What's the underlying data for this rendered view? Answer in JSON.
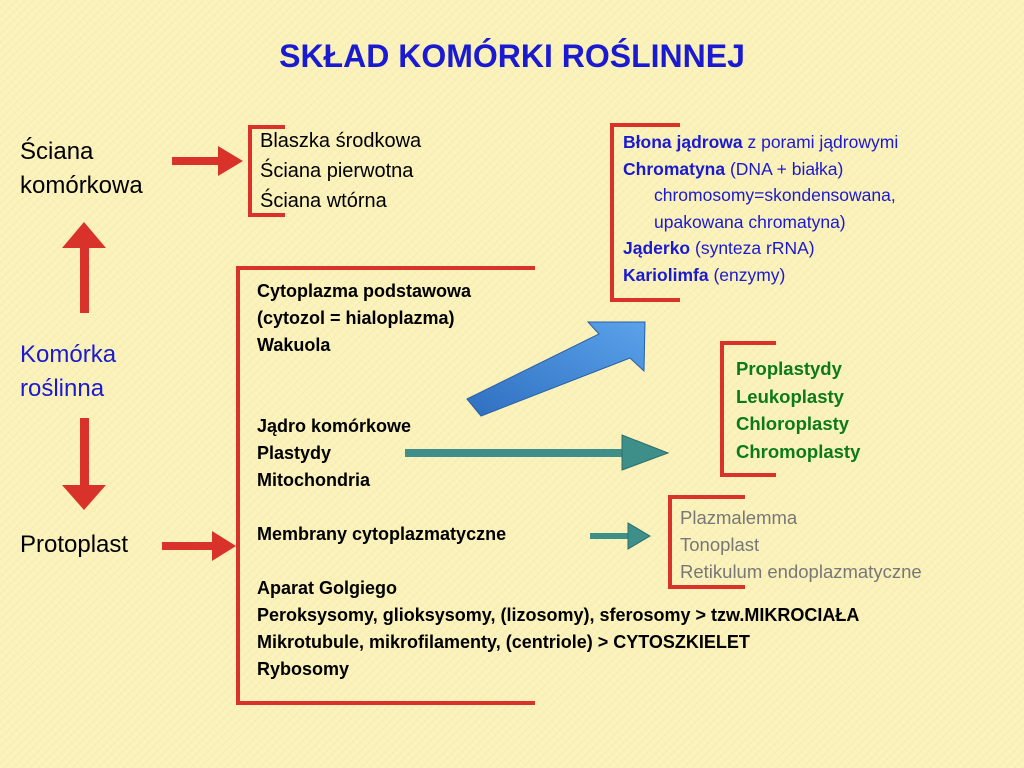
{
  "title": "SKŁAD KOMÓRKI ROŚLINNEJ",
  "left_labels": {
    "wall": [
      "Ściana",
      "komórkowa"
    ],
    "cell": [
      "Komórka",
      "roślinna"
    ],
    "protoplast": "Protoplast"
  },
  "wall_layers": [
    "Blaszka środkowa",
    "Ściana pierwotna",
    "Ściana wtórna"
  ],
  "protoplast_parts": [
    "Cytoplazma podstawowa",
    "(cytozol = hialoplazma)",
    "Wakuola",
    "",
    "",
    "Jądro komórkowe",
    "Plastydy",
    "Mitochondria",
    "",
    "Membrany cytoplazmatyczne",
    "",
    "Aparat Golgiego",
    "Peroksysomy, glioksysomy, (lizosomy), sferosomy > tzw.MIKROCIAŁA",
    "Mikrotubule, mikrofilamenty, (centriole)  > CYTOSZKIELET",
    "Rybosomy"
  ],
  "nucleus": {
    "envelope_term": "Błona jądrowa",
    "envelope_desc": " z porami jądrowymi",
    "chromatin_term": "Chromatyna",
    "chromatin_desc": " (DNA + białka)",
    "chromatin_line2": "chromosomy=skondensowana,",
    "chromatin_line3": "upakowana chromatyna)",
    "nucleolus_term": "Jąderko",
    "nucleolus_desc": " (synteza rRNA)",
    "karyolymph_term": "Kariolimfa",
    "karyolymph_desc": " (enzymy)"
  },
  "plastids": [
    "Proplastydy",
    "Leukoplasty",
    "Chloroplasty",
    "Chromoplasty"
  ],
  "membranes": [
    "Plazmalemma",
    "Tonoplast",
    "Retikulum endoplazmatyczne"
  ],
  "colors": {
    "background": "#fbf2b9",
    "title": "#1a1ad0",
    "red_arrow": "#d9322b",
    "blue_arrow": "#3a7fd0",
    "teal_arrow": "#3e8f8a",
    "plastid_text": "#0c7a1a",
    "membrane_text": "#777777"
  }
}
